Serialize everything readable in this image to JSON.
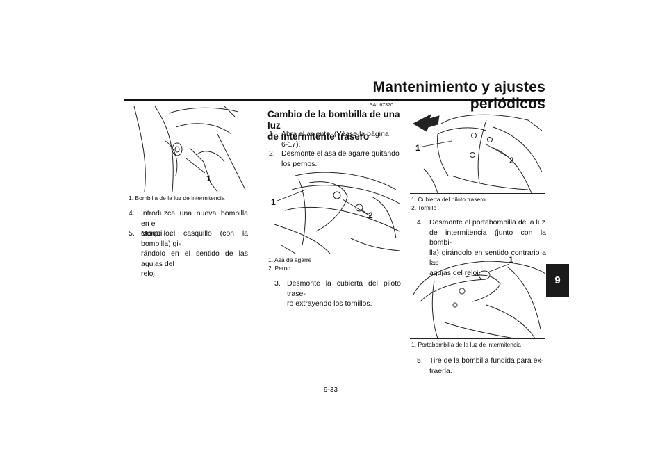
{
  "header": {
    "title": "Mantenimiento y ajustes periódicos",
    "chapter_tab": "9"
  },
  "figures": {
    "fig1": {
      "callouts": [
        "1"
      ],
      "captions": [
        "1. Bombilla de la luz de intermitencia"
      ]
    },
    "fig2": {
      "callouts": [
        "1",
        "2"
      ],
      "captions": [
        "1. Asa de agarre",
        "2. Perno"
      ]
    },
    "fig3": {
      "callouts": [
        "1",
        "2"
      ],
      "captions": [
        "1. Cubierta del piloto trasero",
        "2. Tornillo"
      ]
    },
    "fig4": {
      "callouts": [
        "1"
      ],
      "captions": [
        "1. Portabombilla de la luz de intermitencia"
      ]
    }
  },
  "left_steps": [
    {
      "num": "4.",
      "lines": [
        "Introduzca una nueva bombilla en el",
        "casquillo."
      ]
    },
    {
      "num": "5.",
      "lines": [
        "Monte el casquillo (con la bombilla) gi-",
        "rándolo en el sentido de las agujas del",
        "reloj."
      ]
    }
  ],
  "section": {
    "code": "SAU67320",
    "title_lines": [
      "Cambio de la bombilla de una luz",
      "de intermitente trasero"
    ]
  },
  "middle_steps_top": [
    {
      "num": "1.",
      "lines": [
        "Abra el asiento. (Véase la página",
        "6-17)."
      ]
    },
    {
      "num": "2.",
      "lines": [
        "Desmonte el asa de agarre quitando",
        "los pernos."
      ]
    }
  ],
  "middle_steps_bottom": [
    {
      "num": "3.",
      "lines": [
        "Desmonte la cubierta del piloto trase-",
        "ro extrayendo los tornillos."
      ]
    }
  ],
  "right_steps_top": [
    {
      "num": "4.",
      "lines": [
        "Desmonte el portabombilla de la luz",
        "de intermitencia (junto con la bombi-",
        "lla) girándolo en sentido contrario a las",
        "agujas del reloj."
      ]
    }
  ],
  "right_steps_bottom": [
    {
      "num": "5.",
      "lines": [
        "Tire de la bombilla fundida para ex-",
        "traerla."
      ]
    }
  ],
  "footer": {
    "page": "9-33"
  }
}
